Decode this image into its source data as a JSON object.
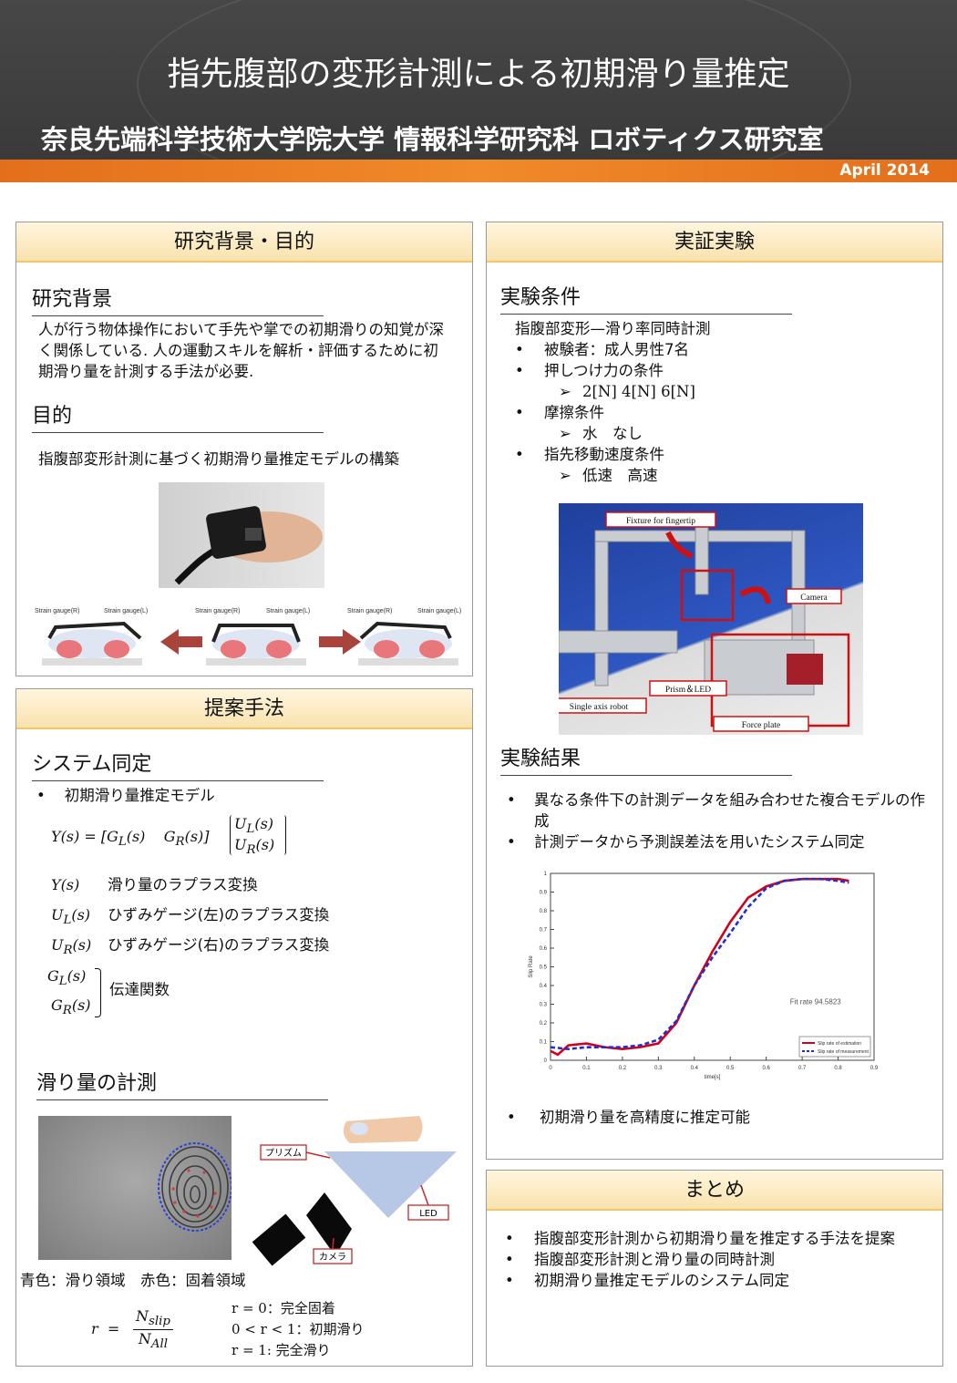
{
  "header": {
    "title": "指先腹部の変形計測による初期滑り量推定",
    "affiliation": "奈良先端科学技術大学院大学 情報科学研究科 ロボティクス研究室",
    "date": "April 2014"
  },
  "background": {
    "heading": "研究背景・目的",
    "sub1": "研究背景",
    "text1": "人が行う物体操作において手先や掌での初期滑りの知覚が深く関係している. 人の運動スキルを解析・評価するために初期滑り量を計測する手法が必要.",
    "sub2": "目的",
    "text2": "指腹部変形計測に基づく初期滑り量推定モデルの構築",
    "gauge_r": "Strain gauge(R)",
    "gauge_l": "Strain gauge(L)"
  },
  "method": {
    "heading": "提案手法",
    "sub1": "システム同定",
    "bullet1": "初期滑り量推定モデル",
    "eq_main": "Y(s) = [G_L(s)  G_R(s)] [U_L(s); U_R(s)]",
    "defs": [
      {
        "sym": "Y(s)",
        "desc": "滑り量のラプラス変換"
      },
      {
        "sym": "U_L(s)",
        "desc": "ひずみゲージ(左)のラプラス変換"
      },
      {
        "sym": "U_R(s)",
        "desc": "ひずみゲージ(右)のラプラス変換"
      }
    ],
    "transfer": "伝達関数",
    "sub2": "滑り量の計測",
    "prism": "プリズム",
    "led": "LED",
    "camera": "カメラ",
    "legend": "青色：滑り領域　赤色：固着領域",
    "r_eq": "r = N_slip / N_All",
    "conditions": [
      "r = 0：完全固着",
      "0 < r < 1：初期滑り",
      "r = 1: 完全滑り"
    ]
  },
  "experiment": {
    "heading": "実証実験",
    "sub1": "実験条件",
    "lead": "指腹部変形—滑り率同時計測",
    "items": [
      {
        "level": 1,
        "text": "被験者：成人男性7名"
      },
      {
        "level": 1,
        "text": "押しつけ力の条件"
      },
      {
        "level": 2,
        "text": "2[N] 4[N] 6[N]"
      },
      {
        "level": 1,
        "text": "摩擦条件"
      },
      {
        "level": 2,
        "text": "水　なし"
      },
      {
        "level": 1,
        "text": "指先移動速度条件"
      },
      {
        "level": 2,
        "text": "低速　高速"
      }
    ],
    "photo_labels": {
      "fixture": "Fixture for fingertip",
      "camera": "Camera",
      "prism": "Prism＆LED",
      "robot": "Single axis robot",
      "plate": "Force plate"
    },
    "sub2": "実験結果",
    "results": [
      "異なる条件下の計測データを組み合わせた複合モデルの作成",
      "計測データから予測誤差法を用いたシステム同定"
    ],
    "conclusion": "初期滑り量を高精度に推定可能"
  },
  "chart_data": {
    "type": "line",
    "xlabel": "time[s]",
    "ylabel": "Slip Rate",
    "xlim": [
      0,
      0.9
    ],
    "ylim": [
      0,
      1
    ],
    "x_ticks": [
      "0",
      "0.1",
      "0.2",
      "0.3",
      "0.4",
      "0.5",
      "0.6",
      "0.7",
      "0.8",
      "0.9"
    ],
    "y_ticks": [
      "0",
      "0.1",
      "0.2",
      "0.3",
      "0.4",
      "0.5",
      "0.6",
      "0.7",
      "0.8",
      "0.9",
      "1"
    ],
    "annotation": "Fit rate 94.5823",
    "series": [
      {
        "name": "Slip rate of estimation",
        "color": "#d0021b",
        "x": [
          0,
          0.02,
          0.05,
          0.1,
          0.15,
          0.2,
          0.25,
          0.3,
          0.35,
          0.4,
          0.45,
          0.5,
          0.55,
          0.6,
          0.65,
          0.7,
          0.75,
          0.8,
          0.83
        ],
        "y": [
          0.05,
          0.03,
          0.08,
          0.09,
          0.07,
          0.06,
          0.07,
          0.09,
          0.2,
          0.4,
          0.58,
          0.74,
          0.87,
          0.93,
          0.96,
          0.97,
          0.97,
          0.97,
          0.96
        ]
      },
      {
        "name": "Slip rate of measurement",
        "color": "#1f2fd0",
        "x": [
          0,
          0.05,
          0.1,
          0.15,
          0.2,
          0.25,
          0.3,
          0.35,
          0.4,
          0.45,
          0.5,
          0.55,
          0.6,
          0.65,
          0.7,
          0.75,
          0.8,
          0.83
        ],
        "y": [
          0.07,
          0.06,
          0.07,
          0.07,
          0.07,
          0.08,
          0.11,
          0.21,
          0.4,
          0.55,
          0.68,
          0.82,
          0.92,
          0.96,
          0.97,
          0.97,
          0.96,
          0.95
        ]
      }
    ]
  },
  "summary": {
    "heading": "まとめ",
    "items": [
      "指腹部変形計測から初期滑り量を推定する手法を提案",
      "指腹部変形計測と滑り量の同時計測",
      "初期滑り量推定モデルのシステム同定"
    ]
  }
}
